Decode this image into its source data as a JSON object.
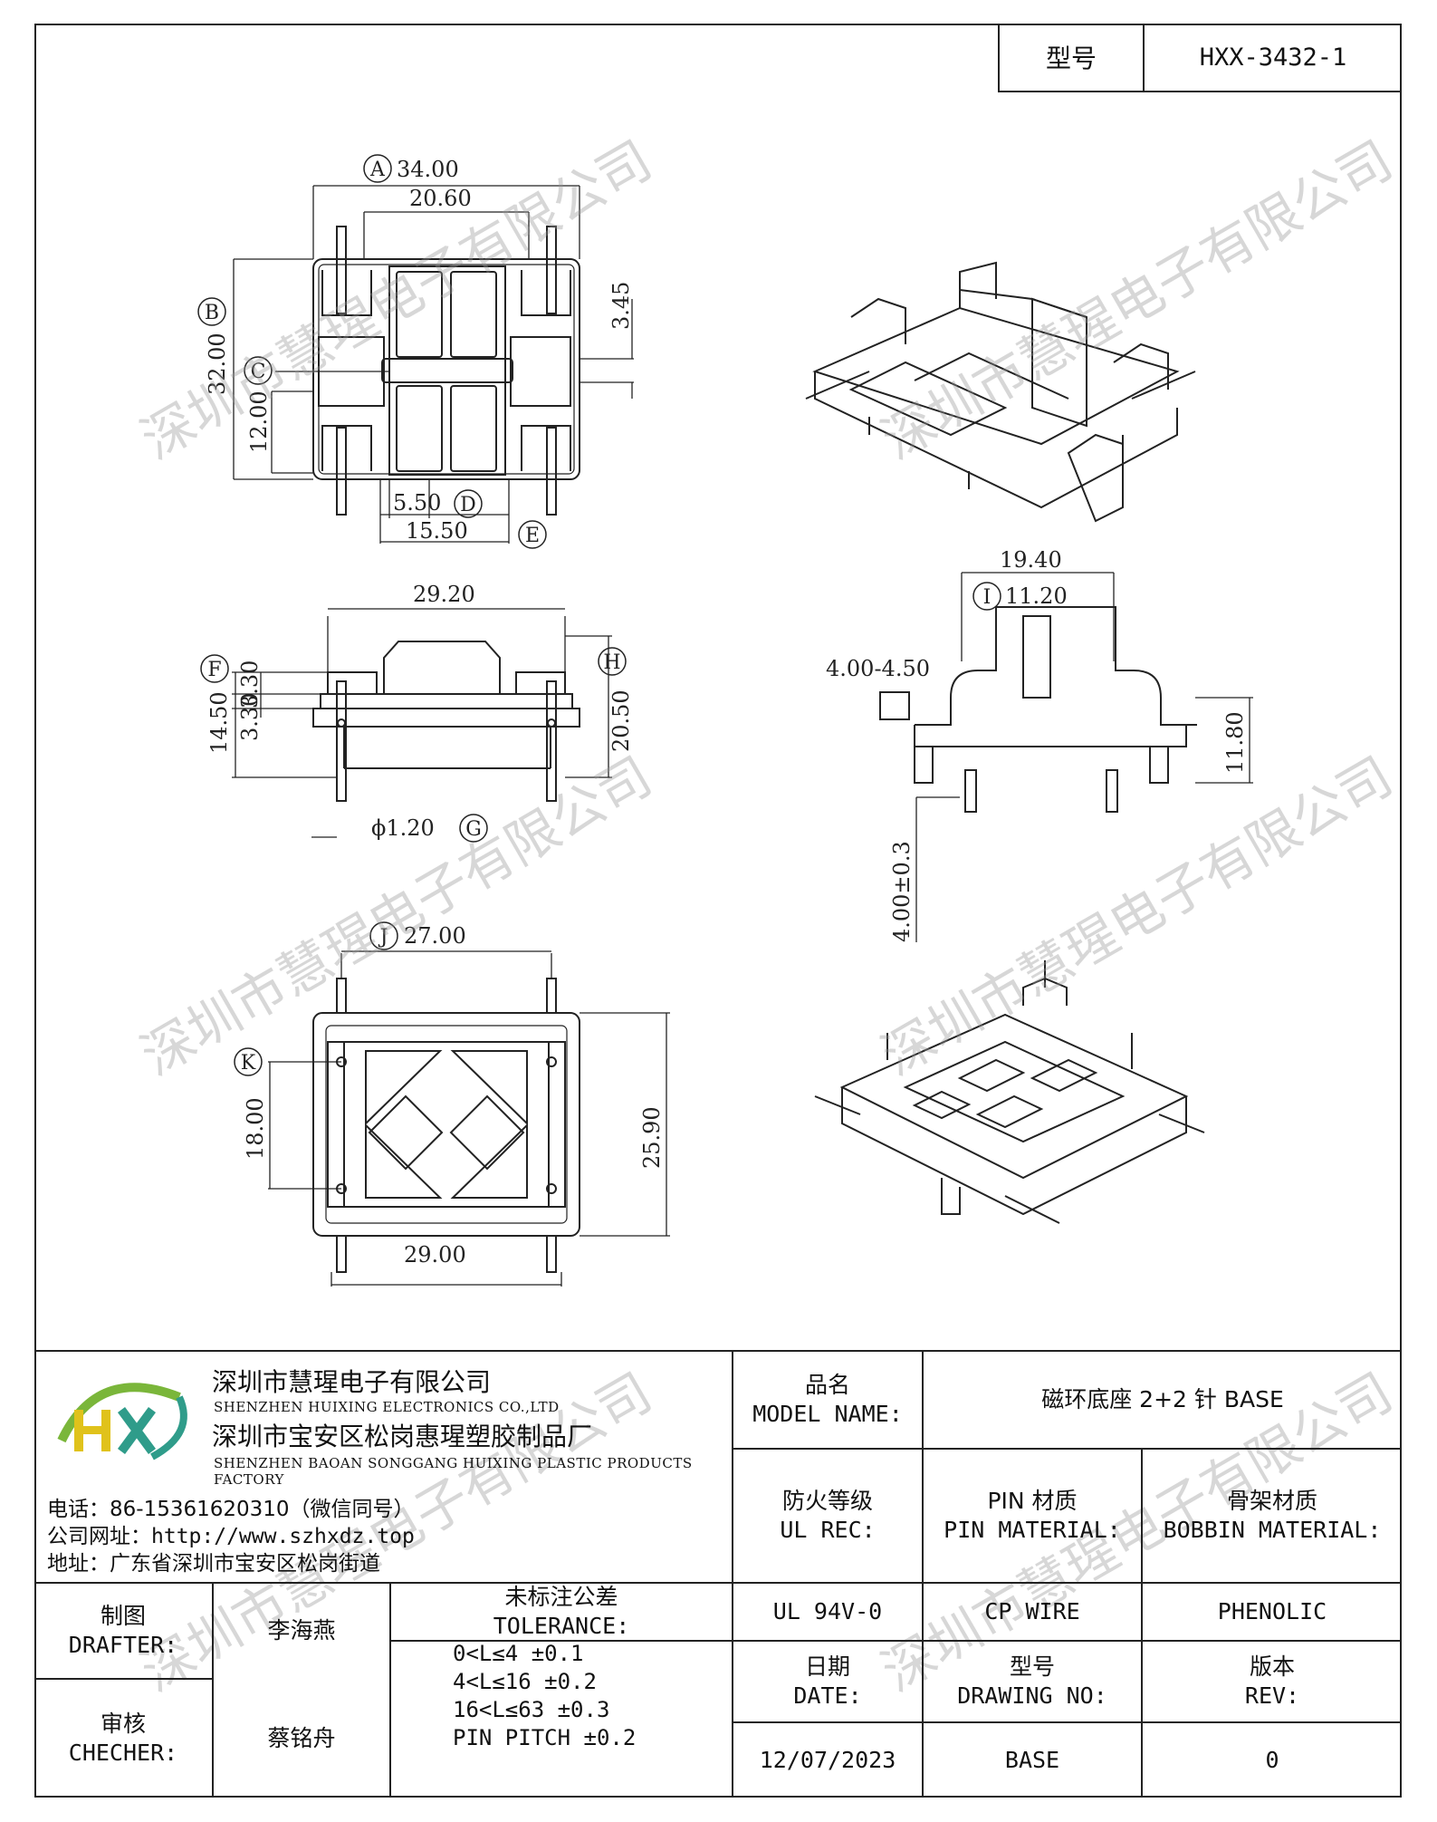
{
  "header": {
    "model_label": "型号",
    "model_value": "HXX-3432-1"
  },
  "top_view": {
    "marks": [
      "A",
      "B",
      "C",
      "D",
      "E"
    ],
    "dims": {
      "A": "34.00",
      "inner": "20.60",
      "top_right": "3.45",
      "B": "32.00",
      "C": "12.00",
      "D": "5.50",
      "E": "15.50"
    }
  },
  "front_view": {
    "marks": [
      "F",
      "H",
      "G"
    ],
    "dims": {
      "top": "29.20",
      "F": "3.30",
      "F2": "3.30",
      "left": "14.50",
      "H": "20.50",
      "G": "ϕ1.20"
    }
  },
  "side_view": {
    "marks": [
      "I"
    ],
    "dims": {
      "top": "19.40",
      "I": "11.20",
      "slot": "4.00-4.50",
      "right": "11.80",
      "pin": "4.00±0.3"
    }
  },
  "bottom_view": {
    "marks": [
      "J",
      "K"
    ],
    "dims": {
      "J": "27.00",
      "K": "18.00",
      "right": "25.90",
      "bottom": "29.00"
    }
  },
  "watermark": "深圳市慧瑆电子有限公司",
  "company": {
    "name_cn": "深圳市慧瑆电子有限公司",
    "name_en": "SHENZHEN HUIXING ELECTRONICS CO.,LTD",
    "factory_cn": "深圳市宝安区松岗惠瑆塑胶制品厂",
    "factory_en": "SHENZHEN BAOAN SONGGANG HUIXING PLASTIC PRODUCTS FACTORY",
    "phone": "电话：86-15361620310（微信同号）",
    "website": "公司网址：http://www.szhxdz.top",
    "address": "地址：广东省深圳市宝安区松岗街道",
    "logo_letters": "HX",
    "colors": {
      "logo_green": "#7ab63a",
      "logo_teal": "#2f9c8a",
      "logo_yellow": "#e0c21b"
    }
  },
  "title_block": {
    "model_name_label_cn": "品名",
    "model_name_label_en": "MODEL NAME:",
    "model_name_value": "磁环底座 2+2 针 BASE",
    "ul_label_cn": "防火等级",
    "ul_label_en": "UL REC:",
    "pin_label_cn": "PIN 材质",
    "pin_label_en": "PIN MATERIAL:",
    "bobbin_label_cn": "骨架材质",
    "bobbin_label_en": "BOBBIN MATERIAL:",
    "ul_value": "UL 94V-0",
    "pin_value": "CP WIRE",
    "bobbin_value": "PHENOLIC",
    "drafter_label_cn": "制图",
    "drafter_label_en": "DRAFTER:",
    "drafter_value": "李海燕",
    "checker_label_cn": "审核",
    "checker_label_en": "CHECHER:",
    "checker_value": "蔡铭舟",
    "tolerance_label_cn": "未标注公差",
    "tolerance_label_en": "TOLERANCE:",
    "tolerance_lines": [
      "0<L≤4  ±0.1",
      "4<L≤16 ±0.2",
      "16<L≤63 ±0.3",
      "PIN PITCH ±0.2"
    ],
    "date_label_cn": "日期",
    "date_label_en": "DATE:",
    "date_value": "12/07/2023",
    "drawing_label_cn": "型号",
    "drawing_label_en": "DRAWING NO:",
    "drawing_value": "BASE",
    "rev_label_cn": "版本",
    "rev_label_en": "REV:",
    "rev_value": "0"
  }
}
